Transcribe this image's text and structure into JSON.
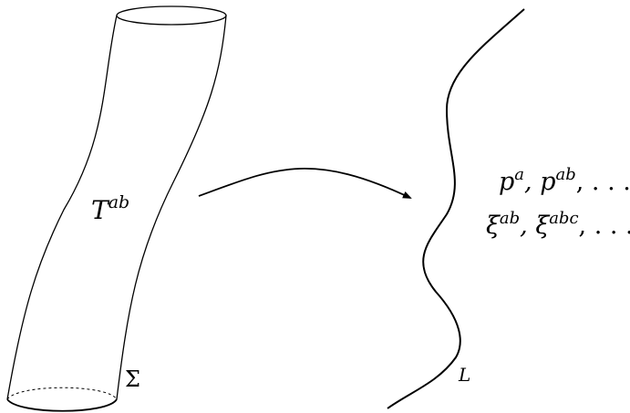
{
  "tube": {
    "field_symbol": "T",
    "field_indices": "ab",
    "boundary_symbol": "Σ"
  },
  "map_arrow": {
    "direction": "right"
  },
  "worldline": {
    "label": "L"
  },
  "multipoles": {
    "line1": {
      "s1": "p",
      "i1": "a",
      "sep1": ", ",
      "s2": "p",
      "i2": "ab",
      "tail": ", . . ."
    },
    "line2": {
      "s1": "ξ",
      "i1": "ab",
      "sep1": ", ",
      "s2": "ξ",
      "i2": "abc",
      "tail": ", . . ."
    }
  },
  "colors": {
    "stroke": "#000000",
    "background": "#ffffff"
  }
}
